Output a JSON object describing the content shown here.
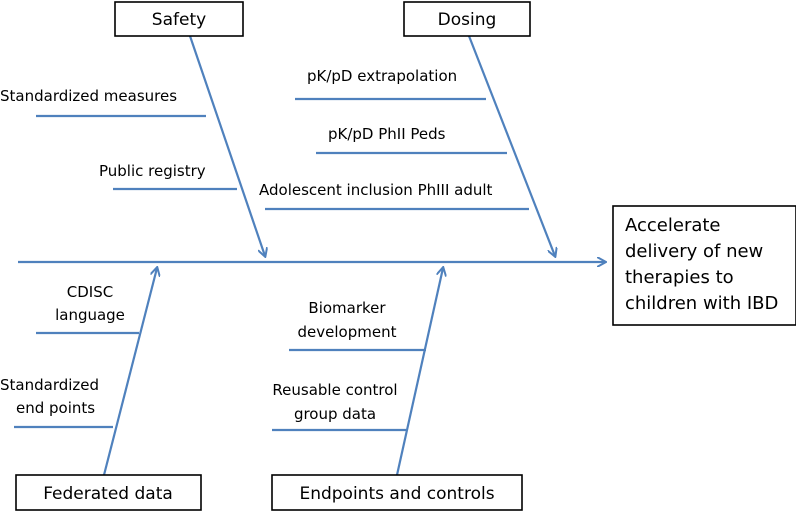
{
  "colors": {
    "line": "#4f81bd",
    "box_border": "#000000",
    "text": "#000000"
  },
  "effect": {
    "lines": [
      "Accelerate",
      "delivery of new",
      "therapies to",
      "children with IBD"
    ]
  },
  "categories": [
    {
      "name": "Safety",
      "causes": [
        [
          "Standardized measures"
        ],
        [
          "Public registry"
        ]
      ]
    },
    {
      "name": "Dosing",
      "causes": [
        [
          "pK/pD extrapolation"
        ],
        [
          "pK/pD PhII Peds"
        ],
        [
          "Adolescent inclusion PhIII adult"
        ]
      ]
    },
    {
      "name": "Federated data",
      "causes": [
        [
          "CDISC",
          "language"
        ],
        [
          "Standardized",
          "end points"
        ]
      ]
    },
    {
      "name": "Endpoints and controls",
      "causes": [
        [
          "Biomarker",
          "development"
        ],
        [
          "Reusable control",
          "group data"
        ]
      ]
    }
  ]
}
